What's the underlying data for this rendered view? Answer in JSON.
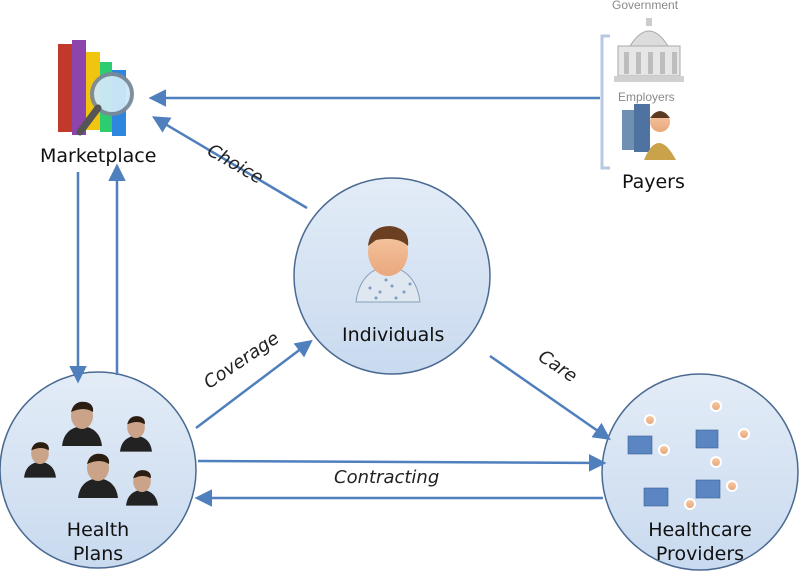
{
  "nodes": {
    "marketplace": "Marketplace",
    "individuals": "Individuals",
    "health_plans_line1": "Health",
    "health_plans_line2": "Plans",
    "providers_line1": "Healthcare",
    "providers_line2": "Providers",
    "payers": "Payers",
    "government": "Government",
    "employers": "Employers"
  },
  "edges": {
    "choice": "Choice",
    "coverage": "Coverage",
    "care": "Care",
    "contracting": "Contracting"
  },
  "colors": {
    "arrow": "#4f7fbd",
    "circle_fill": "#d5e2f2",
    "circle_stroke": "#4a6a92",
    "bracket": "#b7c9e2"
  }
}
